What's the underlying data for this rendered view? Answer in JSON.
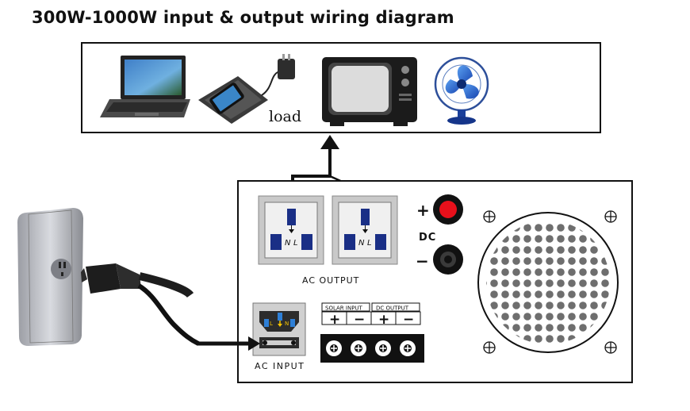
{
  "title": "300W-1000W input & output wiring diagram",
  "load_box": {
    "label": "load",
    "devices": [
      "laptop-icon",
      "phone-charger-icon",
      "tv-icon",
      "fan-icon"
    ]
  },
  "inverter": {
    "ac_output_label": "AC OUTPUT",
    "outlet_pins": {
      "n": "N",
      "l": "L"
    },
    "dc_label": "DC",
    "dc_plus": "+",
    "dc_minus": "−",
    "solar_input_label": "SOLAR INPUT",
    "dc_output_label": "DC OUTPUT",
    "terminal_signs": [
      "+",
      "−",
      "+",
      "−"
    ],
    "ac_input_label": "AC INPUT",
    "iec_pins": {
      "l": "L",
      "n": "N"
    }
  },
  "colors": {
    "outlet_blue": "#1a2f86",
    "dc_red": "#e8101b",
    "panel_gray": "#c9c9c9",
    "arrow": "#111111"
  }
}
